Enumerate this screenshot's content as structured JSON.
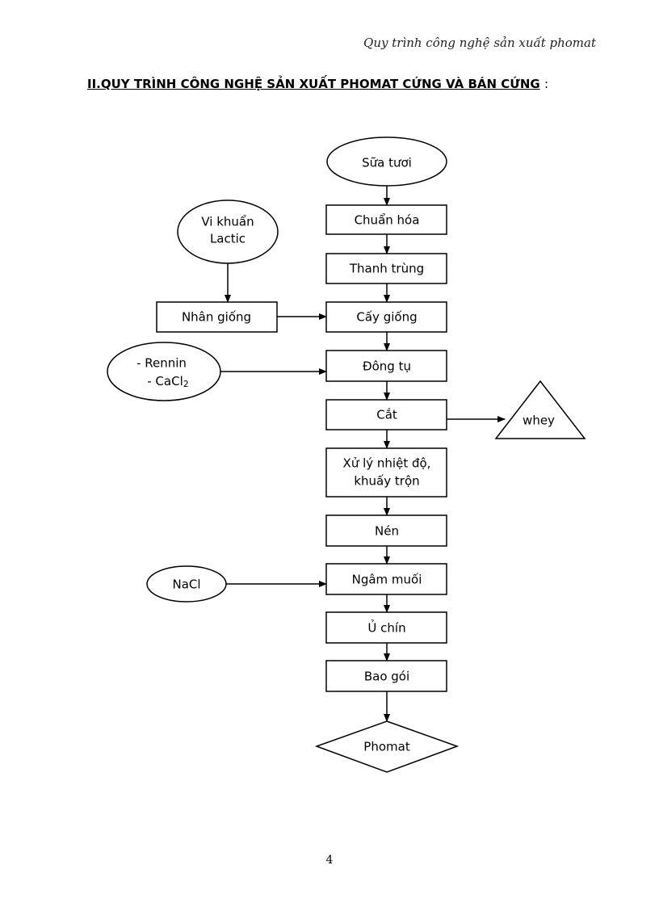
{
  "header": {
    "running_title": "Quy trình công nghệ sản xuất phomat"
  },
  "section": {
    "title": "II.QUY TRÌNH CÔNG NGHỆ SẢN XUẤT PHOMAT CỨNG VÀ BÁN CỨNG",
    "colon": ":"
  },
  "nodes": {
    "sua_tuoi": {
      "line1": "Sữa tươi"
    },
    "vi_khuan": {
      "line1": "Vi khuẩn",
      "line2": "Lactic"
    },
    "chuan_hoa": {
      "line1": "Chuẩn hóa"
    },
    "thanh_trung": {
      "line1": "Thanh trùng"
    },
    "nhan_giong": {
      "line1": "Nhân giống"
    },
    "cay_giong": {
      "line1": "Cấy giống"
    },
    "rennin": {
      "line1": "- Rennin",
      "line2_prefix": "- CaCl",
      "line2_sub": "2"
    },
    "dong_tu": {
      "line1": "Đông tụ"
    },
    "cat": {
      "line1": "Cắt"
    },
    "whey": {
      "line1": "whey"
    },
    "xu_ly": {
      "line1": "Xử lý nhiệt độ,",
      "line2": "khuấy trộn"
    },
    "nen": {
      "line1": "Nén"
    },
    "nacl": {
      "line1": "NaCl"
    },
    "ngam_muoi": {
      "line1": "Ngâm muối"
    },
    "u_chin": {
      "line1": "Ủ chín"
    },
    "bao_goi": {
      "line1": "Bao gói"
    },
    "phomat": {
      "line1": "Phomat"
    }
  },
  "footer": {
    "page_number": "4"
  }
}
